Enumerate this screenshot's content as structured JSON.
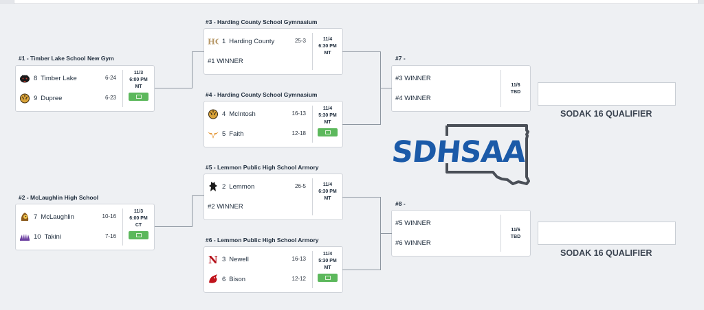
{
  "games": [
    {
      "id": "g1",
      "title": "#1 - Timber Lake School New Gym",
      "info": [
        "11/3",
        "6:00 PM",
        "MT"
      ],
      "has_tv": true,
      "teams": [
        {
          "seed": "8",
          "name": "Timber Lake",
          "record": "6-24",
          "logo": "panther-logo"
        },
        {
          "seed": "9",
          "name": "Dupree",
          "record": "6-23",
          "logo": "tiger-logo"
        }
      ]
    },
    {
      "id": "g2",
      "title": "#2 - McLaughlin High School",
      "info": [
        "11/3",
        "6:00 PM",
        "CT"
      ],
      "has_tv": true,
      "teams": [
        {
          "seed": "7",
          "name": "McLaughlin",
          "record": "10-16",
          "logo": "mascot-logo"
        },
        {
          "seed": "10",
          "name": "Takini",
          "record": "7-16",
          "logo": "feather-logo"
        }
      ]
    },
    {
      "id": "g3",
      "title": "#3 - Harding County School Gymnasium",
      "info": [
        "11/4",
        "6:30 PM",
        "MT"
      ],
      "has_tv": false,
      "teams": [
        {
          "seed": "1",
          "name": "Harding County",
          "record": "25-3",
          "logo": "hc-logo"
        },
        {
          "seed": "",
          "name": "#1 WINNER",
          "record": "",
          "logo": ""
        }
      ]
    },
    {
      "id": "g4",
      "title": "#4 - Harding County School Gymnasium",
      "info": [
        "11/4",
        "5:30 PM",
        "MT"
      ],
      "has_tv": true,
      "teams": [
        {
          "seed": "4",
          "name": "McIntosh",
          "record": "16-13",
          "logo": "tiger-logo"
        },
        {
          "seed": "5",
          "name": "Faith",
          "record": "12-18",
          "logo": "longhorn-logo"
        }
      ]
    },
    {
      "id": "g5",
      "title": "#5 - Lemmon Public High School Armory",
      "info": [
        "11/4",
        "6:30 PM",
        "MT"
      ],
      "has_tv": false,
      "teams": [
        {
          "seed": "2",
          "name": "Lemmon",
          "record": "26-5",
          "logo": "cowboy-logo"
        },
        {
          "seed": "",
          "name": "#2 WINNER",
          "record": "",
          "logo": ""
        }
      ]
    },
    {
      "id": "g6",
      "title": "#6 - Lemmon Public High School Armory",
      "info": [
        "11/4",
        "5:30 PM",
        "MT"
      ],
      "has_tv": true,
      "teams": [
        {
          "seed": "3",
          "name": "Newell",
          "record": "16-13",
          "logo": "n-logo"
        },
        {
          "seed": "6",
          "name": "Bison",
          "record": "12-12",
          "logo": "cardinal-logo"
        }
      ]
    },
    {
      "id": "g7",
      "title": "#7 -",
      "info": [
        "11/6",
        "TBD"
      ],
      "has_tv": false,
      "teams": [
        {
          "seed": "",
          "name": "#3 WINNER",
          "record": "",
          "logo": ""
        },
        {
          "seed": "",
          "name": "#4 WINNER",
          "record": "",
          "logo": ""
        }
      ]
    },
    {
      "id": "g8",
      "title": "#8 -",
      "info": [
        "11/6",
        "TBD"
      ],
      "has_tv": false,
      "teams": [
        {
          "seed": "",
          "name": "#5 WINNER",
          "record": "",
          "logo": ""
        },
        {
          "seed": "",
          "name": "#6 WINNER",
          "record": "",
          "logo": ""
        }
      ]
    }
  ],
  "qualifier_label": "SODAK 16 QUALIFIER",
  "brand": {
    "logo_text": "SDHSAA",
    "primary_color": "#1b5aa8",
    "state_color": "#4a4f57",
    "tv_button_color": "#5cb85c"
  }
}
